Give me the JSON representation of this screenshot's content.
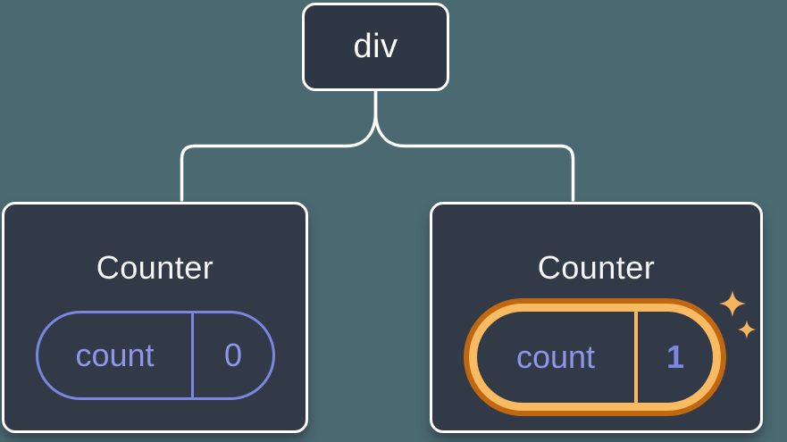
{
  "diagram": {
    "root": {
      "label": "div"
    },
    "children": [
      {
        "title": "Counter",
        "state": {
          "label": "count",
          "value": "0"
        },
        "highlighted": false
      },
      {
        "title": "Counter",
        "state": {
          "label": "count",
          "value": "1"
        },
        "highlighted": true
      }
    ]
  },
  "icons": {
    "sparkles_icon": "✦"
  },
  "colors": {
    "background": "#4b6971",
    "node_fill": "#333a47",
    "root_node_fill": "#303744",
    "node_border": "#ffffff",
    "connector": "#ffffff",
    "title_text": "#f5f6f8",
    "state_stroke": "#7c85e0",
    "state_text": "#8f96ea",
    "highlight_outer": "#bf6711",
    "highlight_inner": "#f8bb62",
    "sparkle": "#f6b460"
  }
}
